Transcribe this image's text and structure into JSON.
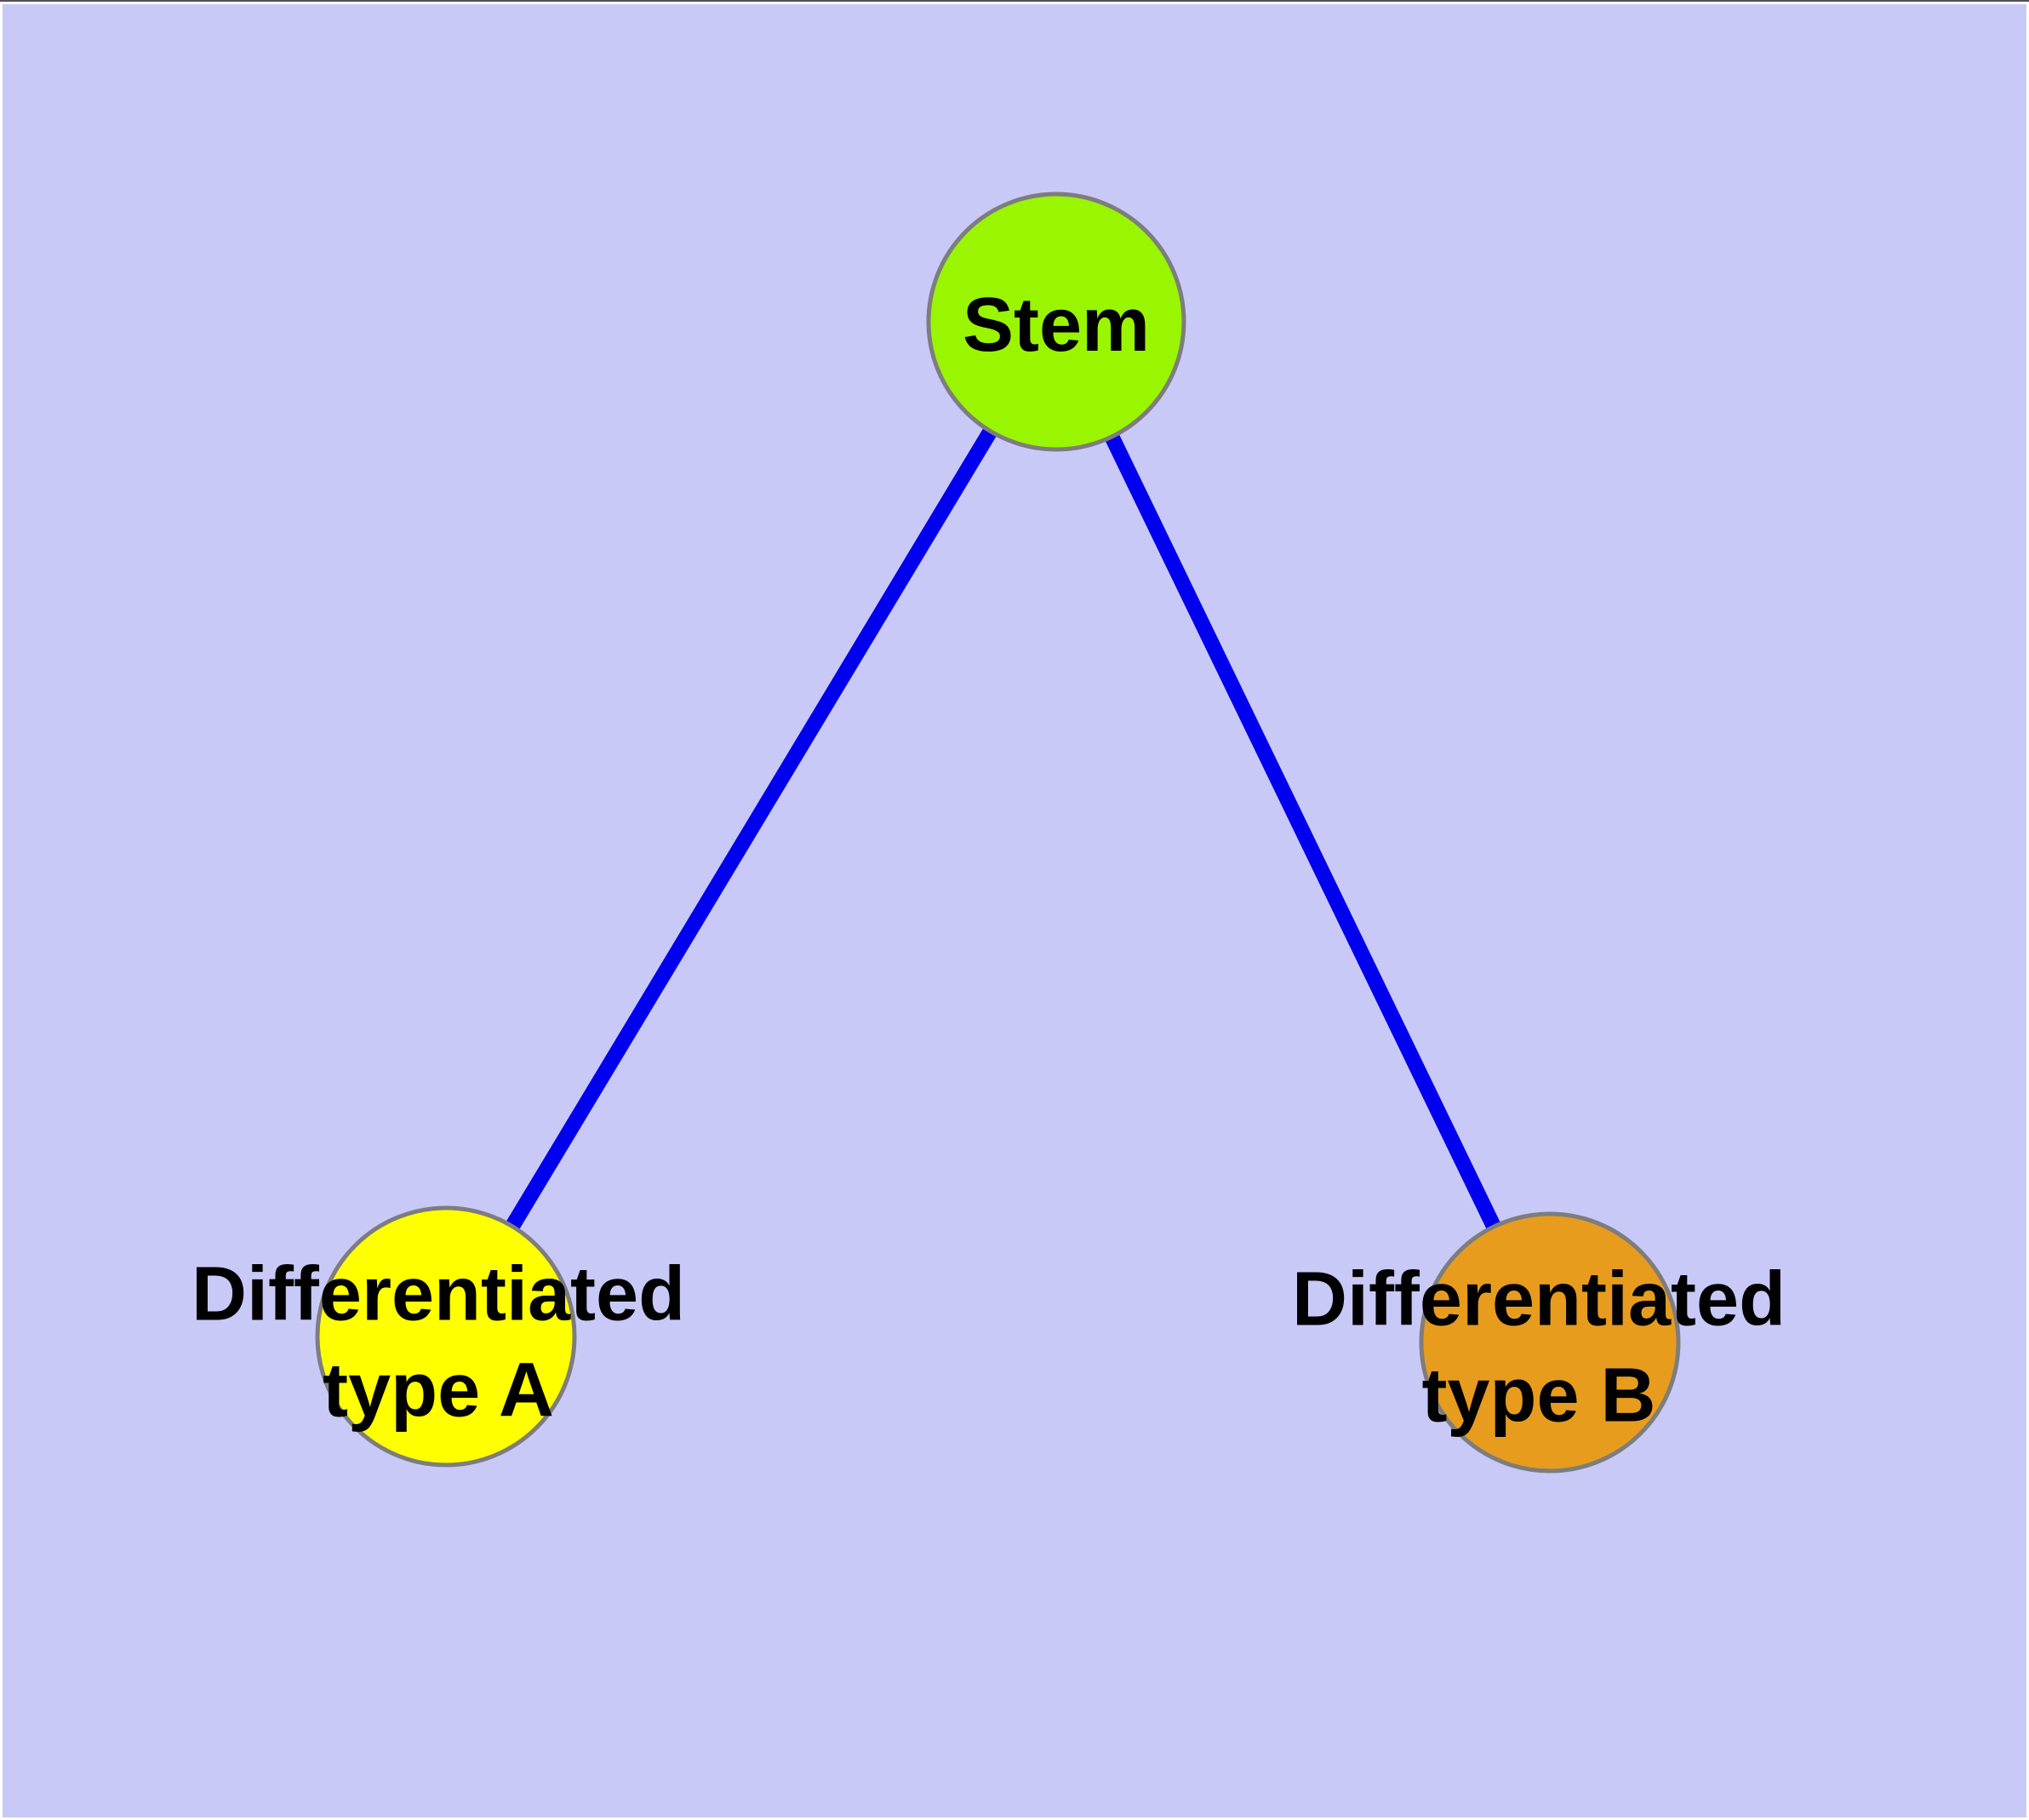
{
  "diagram": {
    "colors": {
      "canvas_background": "#c9c9f8",
      "frame_border": "#ffffff",
      "edge": "#0000ee",
      "node_border": "#7d7d7d",
      "label_text": "#000000"
    },
    "nodes": [
      {
        "id": "stem",
        "label": "Stem",
        "color": "#9af500"
      },
      {
        "id": "differentiated-type-a",
        "label": "Differentiated\ntype A",
        "color": "#ffff00"
      },
      {
        "id": "differentiated-type-b",
        "label": "Differentiated\ntype B",
        "color": "#e79c1e"
      }
    ],
    "edges": [
      {
        "from": "stem",
        "to": "differentiated-type-a"
      },
      {
        "from": "stem",
        "to": "differentiated-type-b"
      }
    ]
  }
}
